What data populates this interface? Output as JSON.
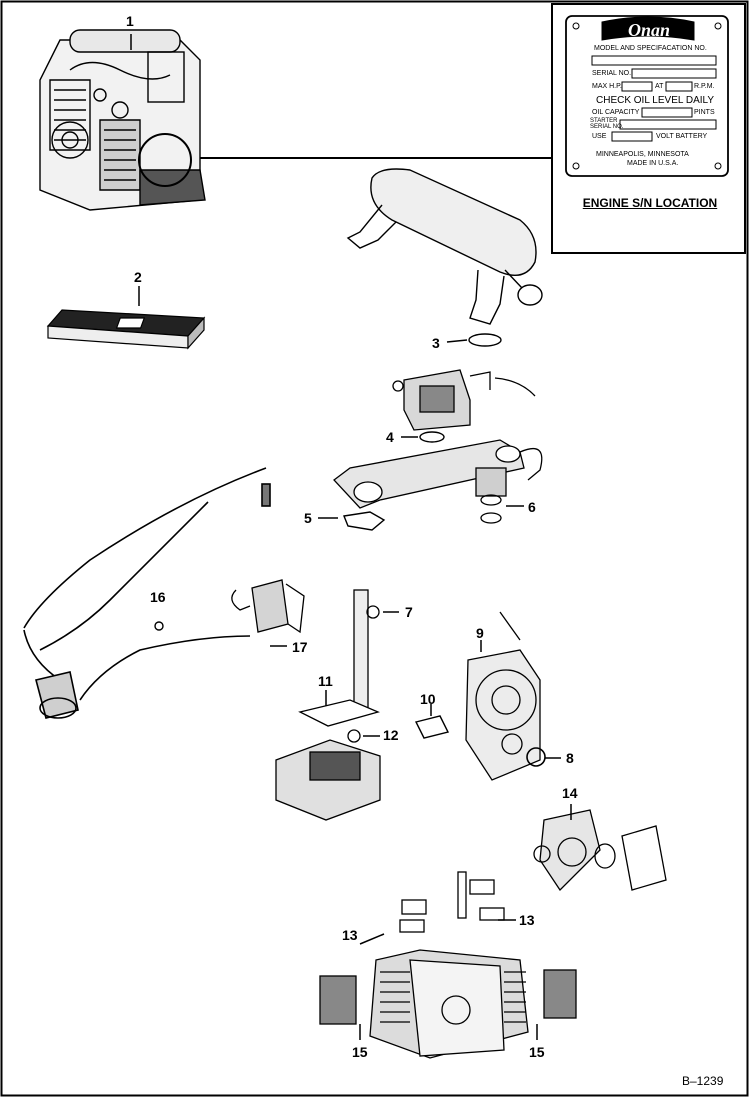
{
  "callouts": {
    "c1": "1",
    "c2": "2",
    "c3": "3",
    "c4": "4",
    "c5": "5",
    "c6": "6",
    "c7": "7",
    "c8": "8",
    "c9": "9",
    "c10": "10",
    "c11": "11",
    "c12": "12",
    "c13a": "13",
    "c13b": "13",
    "c14": "14",
    "c15a": "15",
    "c15b": "15",
    "c16": "16",
    "c17": "17"
  },
  "plate": {
    "brand": "Onan",
    "model_spec": "MODEL AND SPECIFACATION NO.",
    "serial_no": "SERIAL NO.",
    "max_hp": "MAX H.P.",
    "at": "AT",
    "rpm": "R.P.M.",
    "check_oil": "CHECK OIL LEVEL DAILY",
    "oil_capacity": "OIL CAPACITY",
    "pints": "PINTS",
    "starter": "STARTER",
    "starter_serial": "SERIAL NO.",
    "use": "USE",
    "volt_battery": "VOLT BATTERY",
    "city": "MINNEAPOLIS, MINNESOTA",
    "made_in": "MADE IN U.S.A."
  },
  "caption": "ENGINE S/N LOCATION",
  "drawing_ref": "B–1239"
}
